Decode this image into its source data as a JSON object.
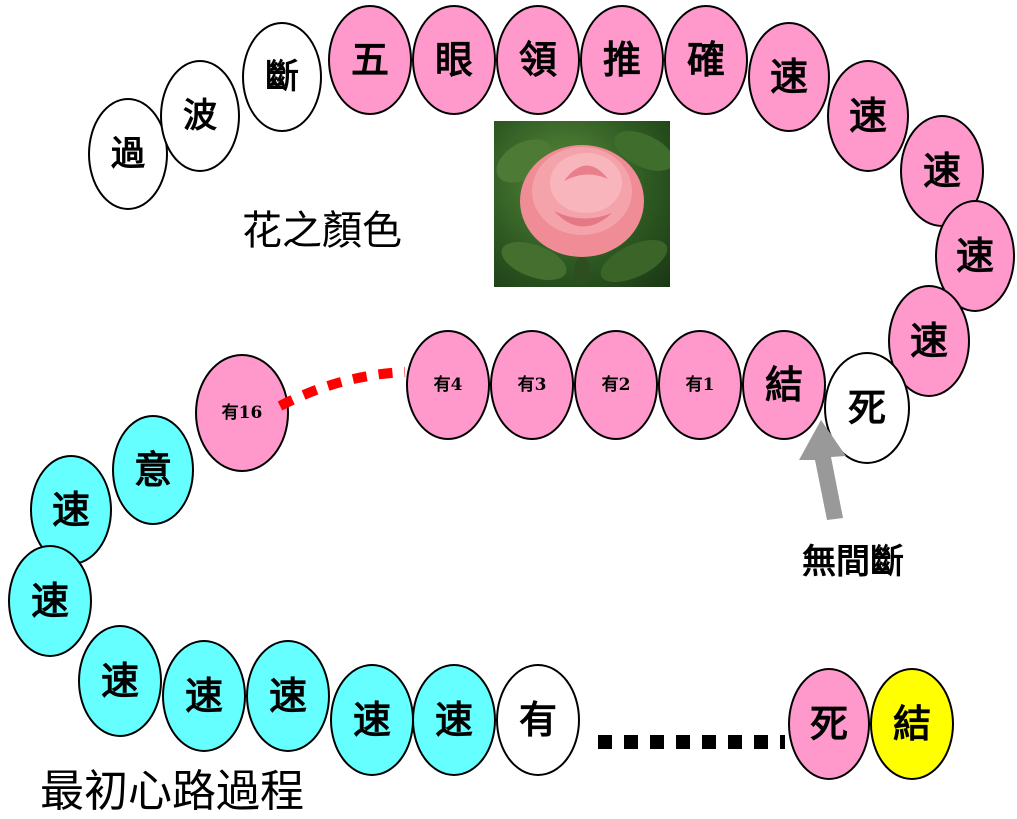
{
  "title": "花之顏色",
  "arrow_label": "無間斷",
  "bottom_text": "最初心路過程",
  "colors": {
    "pink": "#ff99cc",
    "cyan": "#66ffff",
    "white": "#ffffff",
    "yellow": "#ffff00",
    "dots_red": "#ff0000"
  },
  "top_row": [
    "過",
    "波",
    "斷",
    "五",
    "眼",
    "領",
    "推",
    "確",
    "速"
  ],
  "right_arc": [
    "速",
    "速",
    "速",
    "速"
  ],
  "middle_row": [
    "有4",
    "有3",
    "有2",
    "有1",
    "結",
    "死"
  ],
  "left_mid": [
    "有16",
    "意"
  ],
  "left_arc": [
    "速",
    "速"
  ],
  "bottom_row": [
    "速",
    "速",
    "速",
    "速",
    "速",
    "有"
  ],
  "end_pair": [
    "死",
    "結"
  ]
}
